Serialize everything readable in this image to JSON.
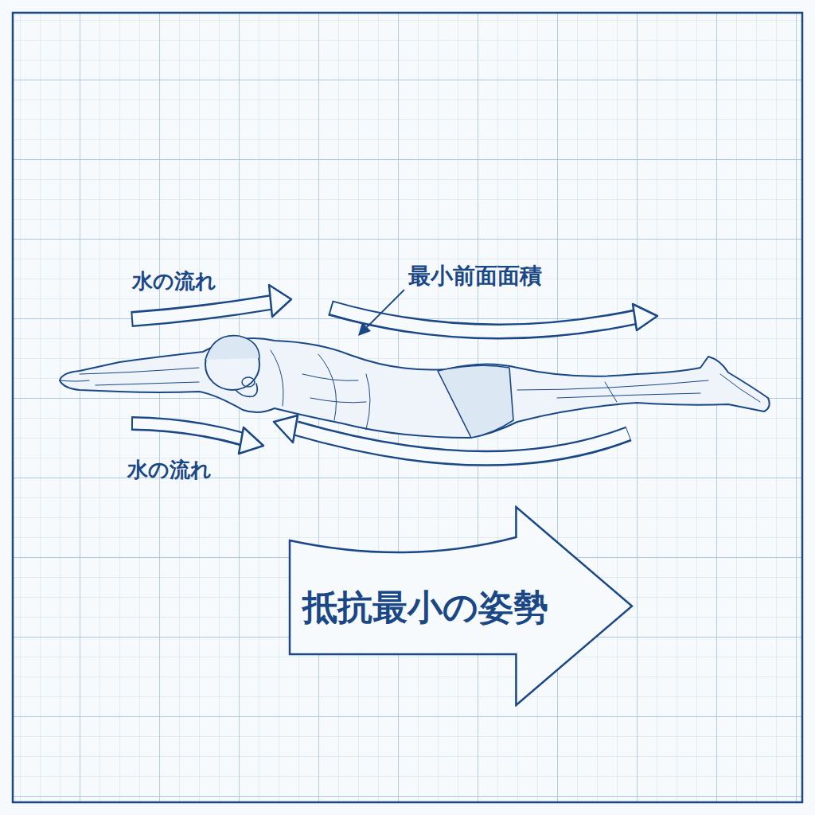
{
  "diagram": {
    "nodes": [
      {
        "text": [
          "抵抗最小の姿勢"
        ]
      }
    ],
    "labels": [
      "水の流れ",
      "最小前面面積",
      "水の流れ"
    ]
  }
}
